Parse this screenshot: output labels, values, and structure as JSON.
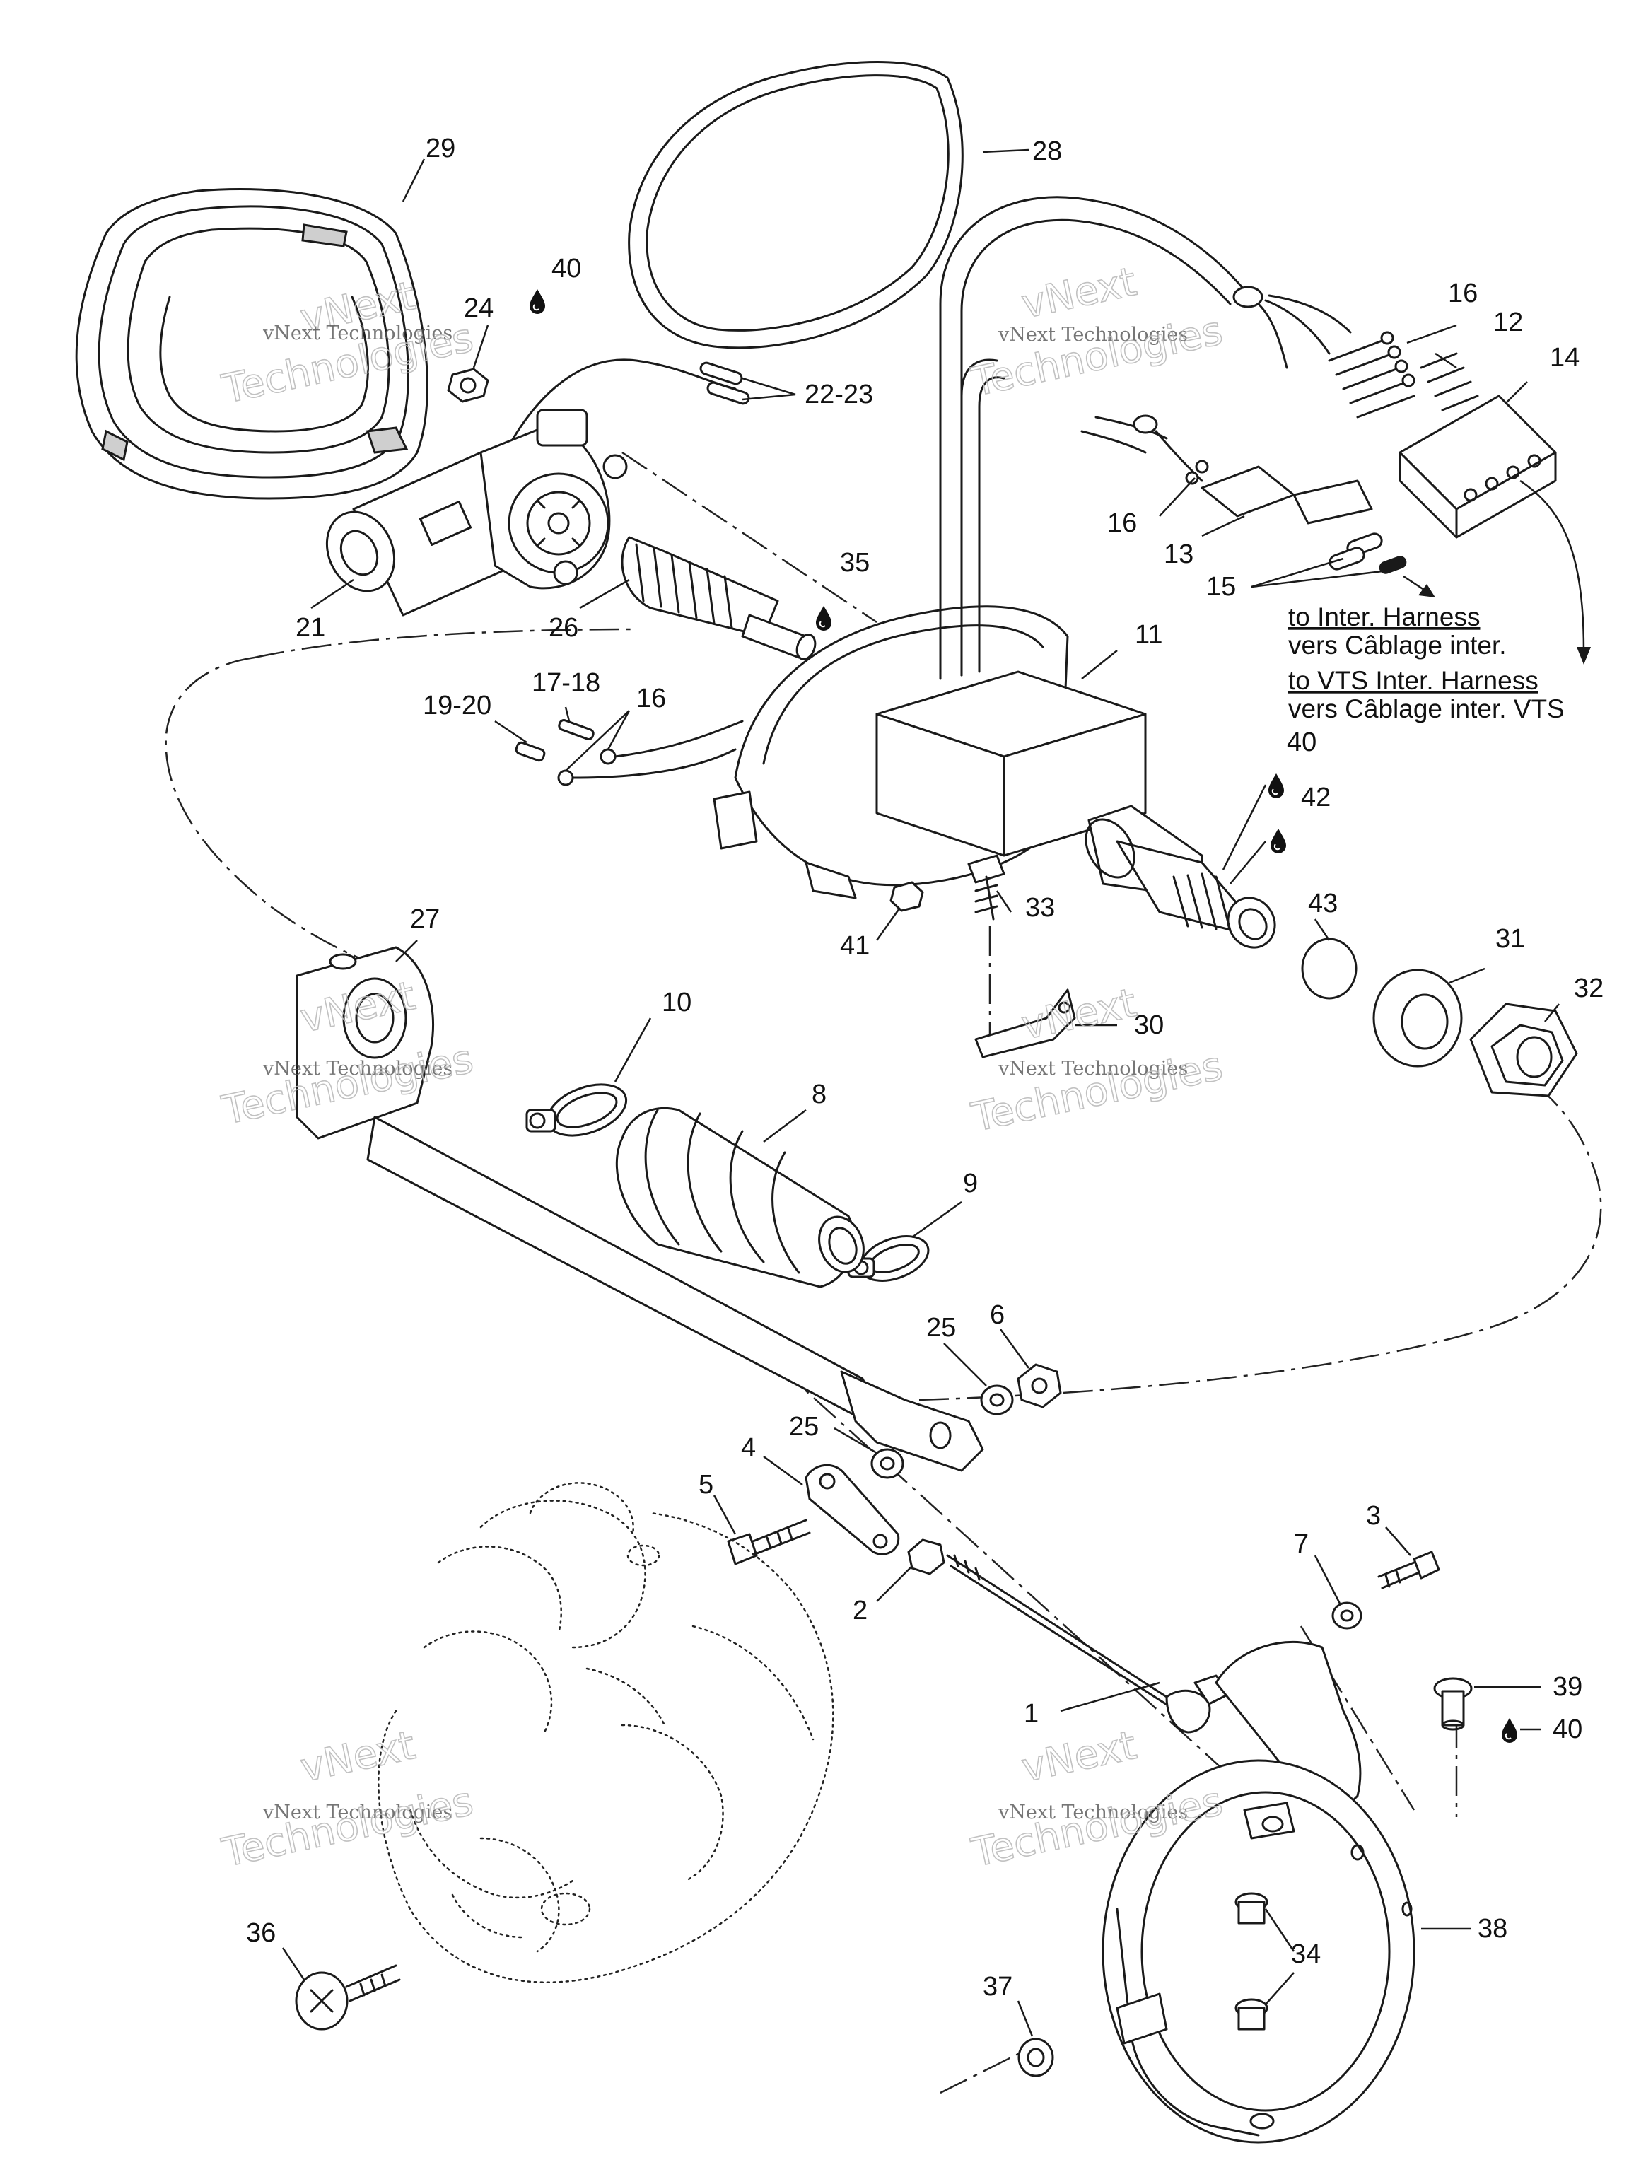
{
  "callouts": {
    "c1": "1",
    "c2": "2",
    "c3": "3",
    "c4": "4",
    "c5": "5",
    "c6": "6",
    "c7": "7",
    "c8": "8",
    "c9": "9",
    "c10": "10",
    "c11": "11",
    "c12": "12",
    "c13": "13",
    "c14": "14",
    "c15": "15",
    "c16a": "16",
    "c16b": "16",
    "c16c": "16",
    "c17_18": "17-18",
    "c19_20": "19-20",
    "c21": "21",
    "c22_23": "22-23",
    "c24": "24",
    "c25a": "25",
    "c25b": "25",
    "c26": "26",
    "c27": "27",
    "c28": "28",
    "c29": "29",
    "c30": "30",
    "c31": "31",
    "c32": "32",
    "c33": "33",
    "c34": "34",
    "c35": "35",
    "c36": "36",
    "c37": "37",
    "c38": "38",
    "c39": "39",
    "c40a": "40",
    "c40b": "40",
    "c40c": "40",
    "c41": "41",
    "c42": "42",
    "c43": "43"
  },
  "connector_notes": {
    "line1": "to Inter. Harness",
    "line2": "vers Câblage inter.",
    "line3": "to VTS Inter. Harness",
    "line4": "vers Câblage inter. VTS"
  },
  "watermark": {
    "text": "vNext Technologies",
    "big_word1": "vNext",
    "big_word2": "Technologies"
  },
  "icons": {
    "lubricant": "drop-icon"
  }
}
